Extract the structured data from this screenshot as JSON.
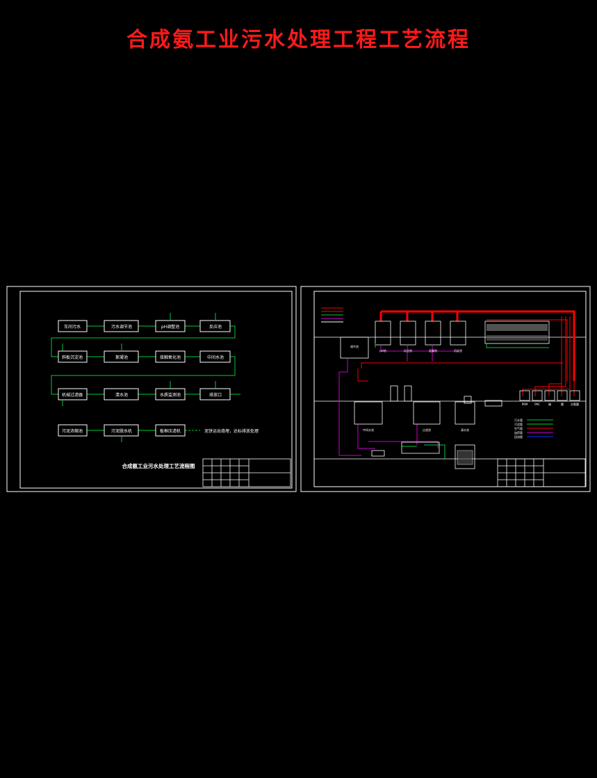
{
  "page": {
    "title": "合成氨工业污水处理工程工艺流程"
  },
  "left_diagram": {
    "row1": [
      "车间污水",
      "污水调节池",
      "pH调整池",
      "反应池"
    ],
    "row2": [
      "斜板沉淀池",
      "絮凝池",
      "接触氧化池",
      "中间水池"
    ],
    "row3": [
      "机械过滤器",
      "清水池",
      "水质监测池",
      "排放口"
    ],
    "row4": [
      "污泥浓缩池",
      "污泥脱水机",
      "板框压滤机",
      "泥饼运出填埋，达标排放处理"
    ],
    "drawing_title": "合成氨工业污水处理工艺流程图"
  },
  "right_diagram": {
    "legend_items": [
      "污水管",
      "污泥管",
      "空气管",
      "加药管",
      "回流管"
    ],
    "tank_labels": [
      "调节池",
      "pH池",
      "反应池",
      "混凝池",
      "沉淀池",
      "中间水池",
      "过滤池",
      "清水池"
    ],
    "dosing_labels": [
      "PAM",
      "PAC",
      "碱",
      "酸",
      "次氯酸"
    ]
  },
  "colors": {
    "title": "#ff1a1a",
    "process_line": "#00cc33",
    "frame": "#ffffff",
    "sludge_line": "#cc00cc",
    "air_line": "#ff0000"
  }
}
